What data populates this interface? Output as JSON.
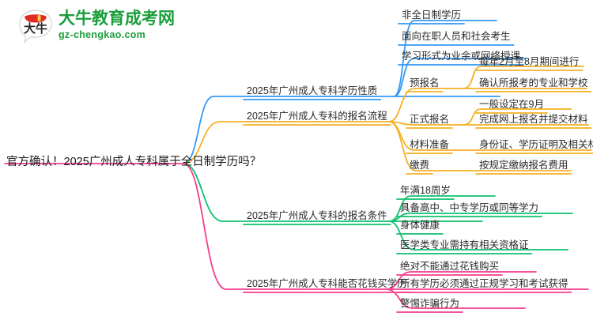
{
  "logo": {
    "mark_name": "daniu-bull-logo-icon",
    "title": "大牛教育成考网",
    "subtitle": "gz-chengkao.com",
    "brand_green": "#1a9e3c",
    "brand_red": "#e02b20"
  },
  "mindmap": {
    "root": {
      "label": "官方确认！2025广州成人专科属于全日制学历吗？"
    },
    "branches": [
      {
        "id": "branch-xueli-xingzhi",
        "color": "#3399f5",
        "label": "2025年广州成人专科学历性质",
        "children": [
          {
            "label": "非全日制学历",
            "children": []
          },
          {
            "label": "面向在职人员和社会考生",
            "children": []
          },
          {
            "label": "学习形式为业余或网络授课",
            "children": []
          }
        ]
      },
      {
        "id": "branch-baoming-liucheng",
        "color": "#f5b123",
        "label": "2025年广州成人专科的报名流程",
        "children": [
          {
            "label": "预报名",
            "children": [
              {
                "label": "每年2月至8月期间进行"
              },
              {
                "label": "确认所报考的专业和学校"
              }
            ]
          },
          {
            "label": "正式报名",
            "children": [
              {
                "label": "一般设定在9月"
              },
              {
                "label": "完成网上报名并提交材料"
              }
            ]
          },
          {
            "label": "材料准备",
            "children": [
              {
                "label": "身份证、学历证明及相关材料"
              }
            ]
          },
          {
            "label": "缴费",
            "children": [
              {
                "label": "按规定缴纳报名费用"
              }
            ]
          }
        ]
      },
      {
        "id": "branch-baoming-tiaojian",
        "color": "#0ec16f",
        "label": "2025年广州成人专科的报名条件",
        "children": [
          {
            "label": "年满18周岁",
            "children": []
          },
          {
            "label": "具备高中、中专学历或同等学力",
            "children": []
          },
          {
            "label": "身体健康",
            "children": []
          },
          {
            "label": "医学类专业需持有相关资格证",
            "children": []
          }
        ]
      },
      {
        "id": "branch-huaqian-mai",
        "color": "#f73d8e",
        "label": "2025年广州成人专科能否花钱买学历",
        "children": [
          {
            "label": "绝对不能通过花钱购买",
            "children": []
          },
          {
            "label": "所有学历必须通过正规学习和考试获得",
            "children": []
          },
          {
            "label": "警惕诈骗行为",
            "children": []
          }
        ]
      }
    ]
  }
}
